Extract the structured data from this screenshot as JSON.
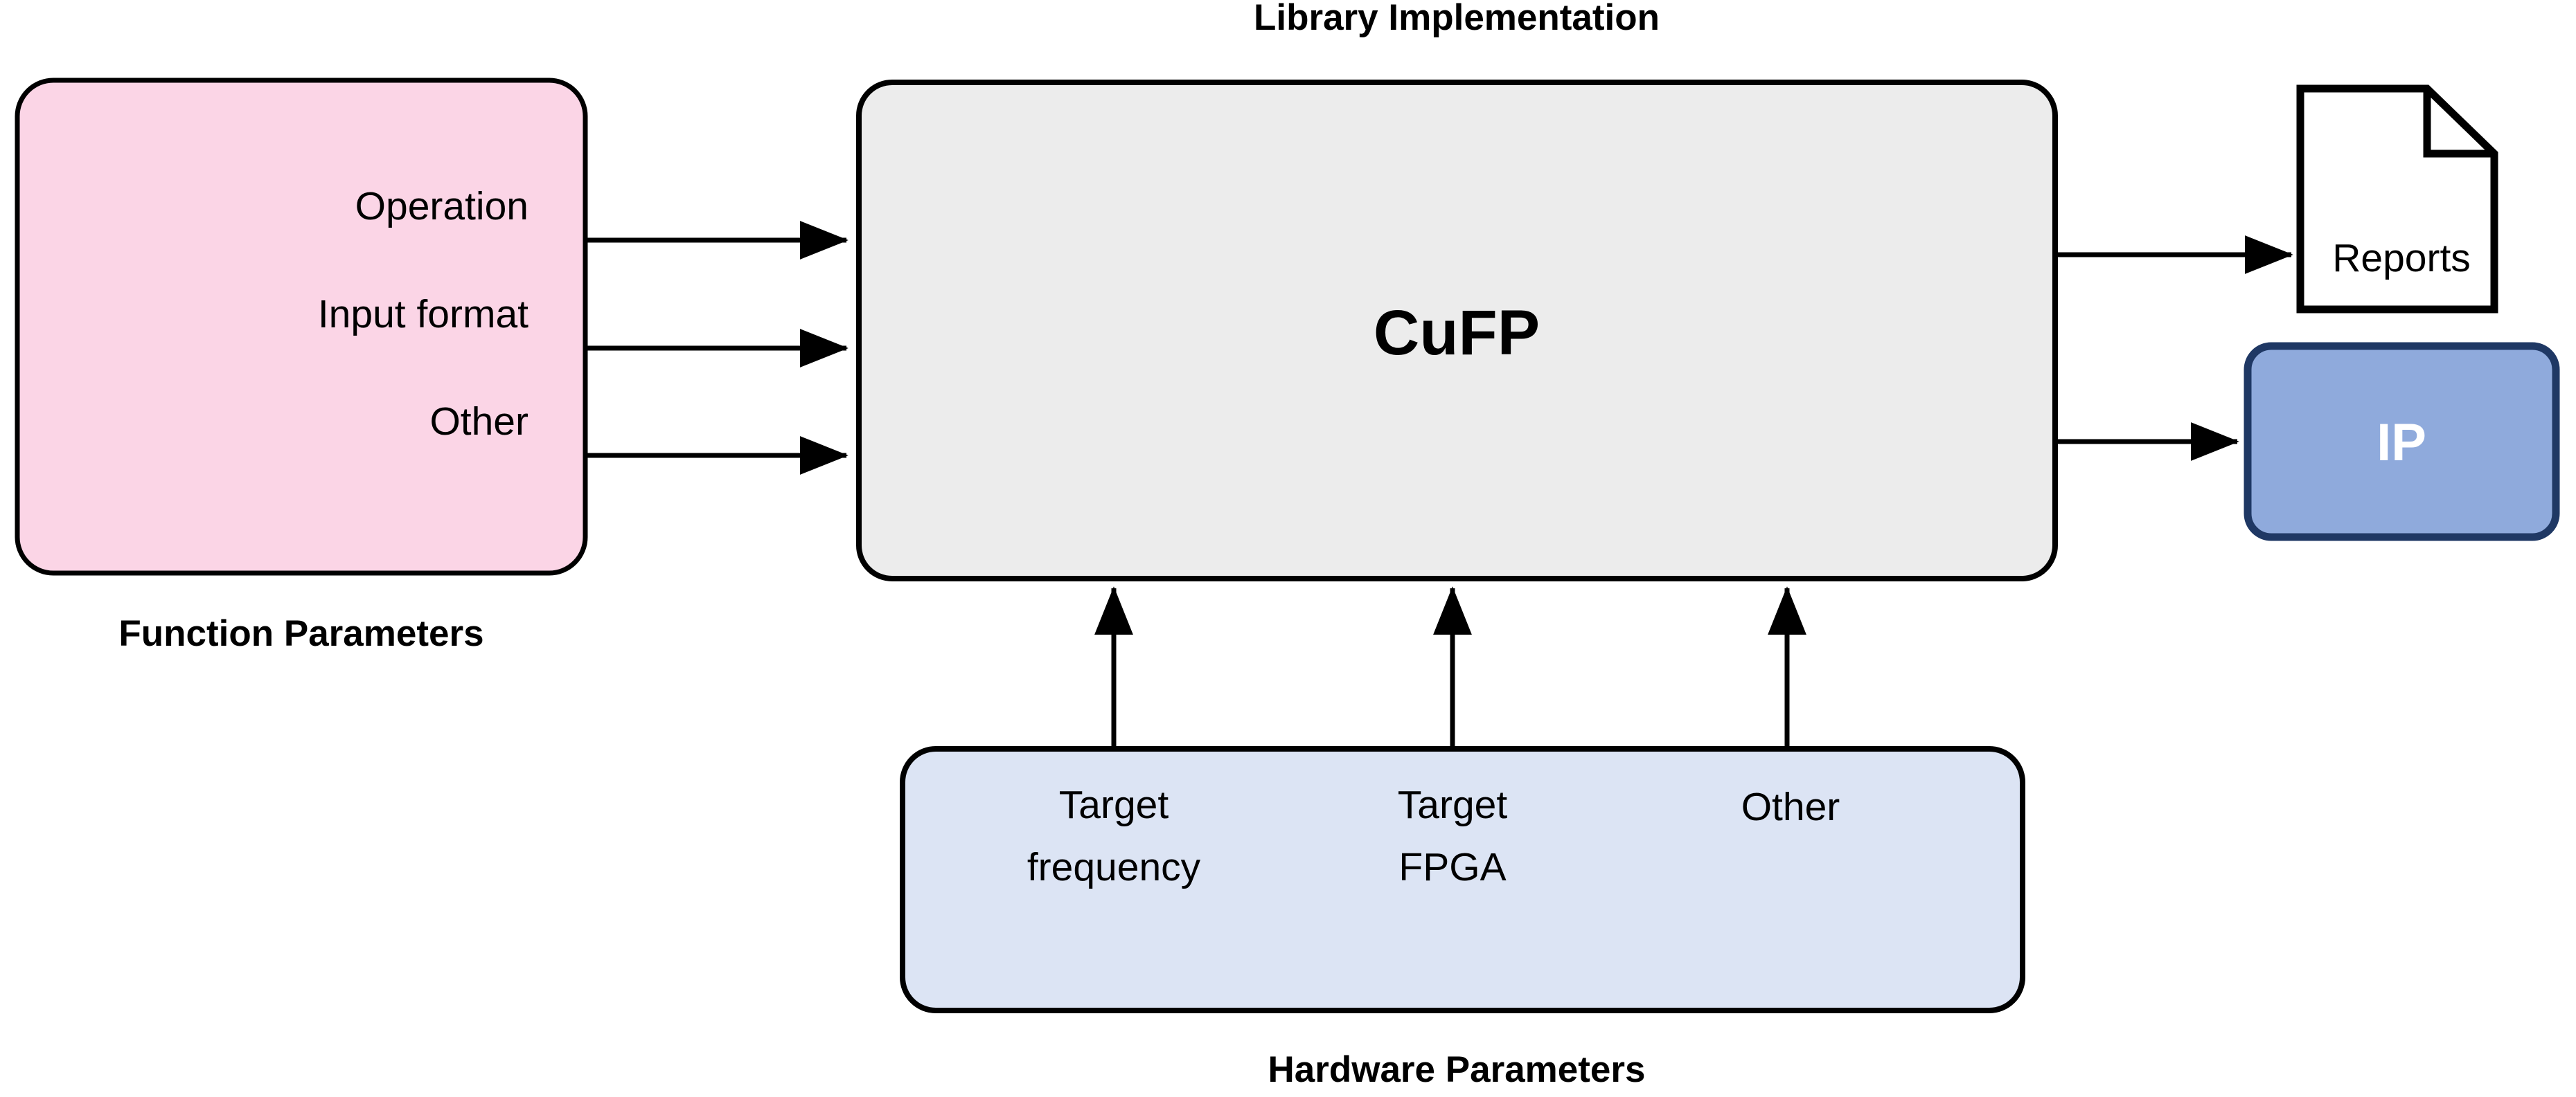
{
  "diagram": {
    "title": "Library Implementation",
    "function_parameters": {
      "caption": "Function Parameters",
      "fill": "#FBD5E6",
      "stroke": "#000000",
      "items": [
        {
          "label": "Operation"
        },
        {
          "label": "Input format"
        },
        {
          "label": "Other"
        }
      ]
    },
    "core": {
      "label": "CuFP",
      "fill": "#ECECEC",
      "stroke": "#000000"
    },
    "hardware_parameters": {
      "caption": "Hardware Parameters",
      "fill": "#DCE4F4",
      "stroke": "#000000",
      "items": [
        {
          "line1": "Target",
          "line2": "frequency"
        },
        {
          "line1": "Target",
          "line2": "FPGA"
        },
        {
          "line1": "Other",
          "line2": ""
        }
      ]
    },
    "outputs": [
      {
        "label": "Reports",
        "kind": "document",
        "fill": "#FFFFFF",
        "stroke": "#000000"
      },
      {
        "label": "IP",
        "kind": "rounded-box",
        "fill": "#8FAADC",
        "stroke": "#1F3864",
        "text_color": "#FFFFFF"
      }
    ],
    "arrows": {
      "input_arrow_count": 3,
      "hardware_arrow_count": 3,
      "output_arrow_count": 2,
      "color": "#000000"
    }
  }
}
